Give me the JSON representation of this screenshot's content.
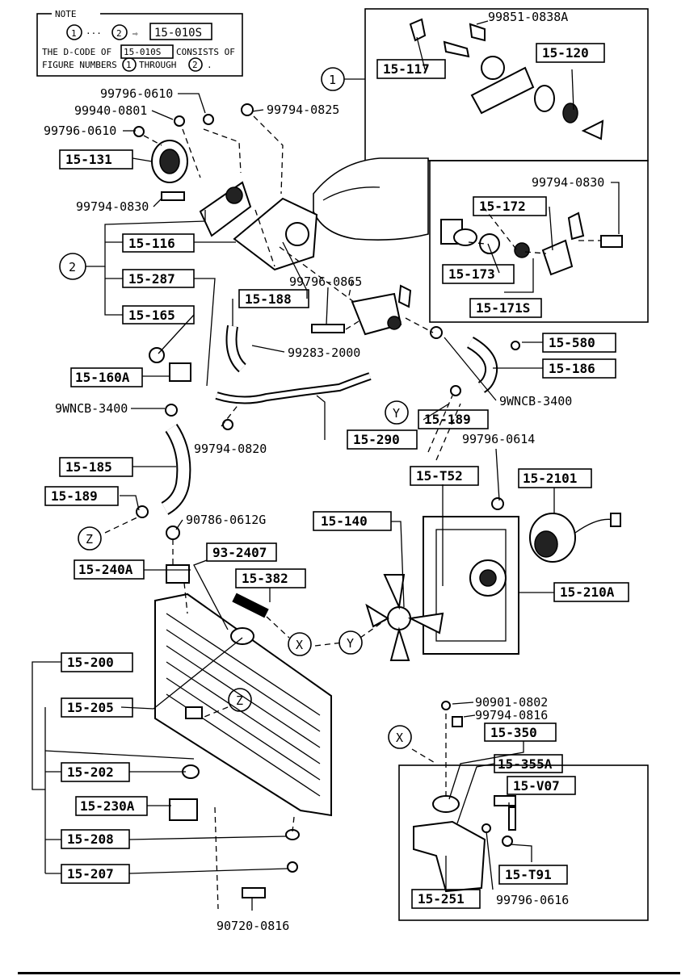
{
  "note": {
    "title": "NOTE",
    "line1_a": "1",
    "line1_b": "2",
    "line1_code": "15-010S",
    "line2_pre": "THE D-CODE OF",
    "line2_code": "15-010S",
    "line2_post": "CONSISTS OF",
    "line3_pre": "FIGURE NUMBERS",
    "line3_a": "1",
    "line3_mid": "THROUGH",
    "line3_b": "2",
    "line3_end": "."
  },
  "boxes": {
    "b15_117": "15-117",
    "b15_120": "15-120",
    "b15_131": "15-131",
    "b15_116": "15-116",
    "b15_287": "15-287",
    "b15_165": "15-165",
    "b15_188": "15-188",
    "b15_172": "15-172",
    "b15_173": "15-173",
    "b15_171s": "15-171S",
    "b15_580": "15-580",
    "b15_186": "15-186",
    "b15_160a": "15-160A",
    "b15_189a": "15-189",
    "b15_290": "15-290",
    "b15_185": "15-185",
    "b15_189b": "15-189",
    "b15_t52": "15-T52",
    "b15_2101": "15-2101",
    "b15_140": "15-140",
    "b93_2407": "93-2407",
    "b15_240a": "15-240A",
    "b15_382": "15-382",
    "b15_210a": "15-210A",
    "b15_200": "15-200",
    "b15_205": "15-205",
    "b15_202": "15-202",
    "b15_230a": "15-230A",
    "b15_208": "15-208",
    "b15_207": "15-207",
    "b15_350": "15-350",
    "b15_355a": "15-355A",
    "b15_v07": "15-V07",
    "b15_t91": "15-T91",
    "b15_251": "15-251"
  },
  "labels": {
    "p99851": "99851-0838A",
    "p99796_0610a": "99796-0610",
    "p99794_0825": "99794-0825",
    "p99940": "99940-0801",
    "p99796_0610b": "99796-0610",
    "p99794_0830a": "99794-0830",
    "p99794_0830b": "99794-0830",
    "p99796_0865": "99796-0865",
    "p99283": "99283-2000",
    "p9wncb_r": "9WNCB-3400",
    "p9wncb_l": "9WNCB-3400",
    "p99794_0820": "99794-0820",
    "p99796_0614": "99796-0614",
    "p90786": "90786-0612G",
    "p90901": "90901-0802",
    "p99794_0816": "99794-0816",
    "p99796_0616": "99796-0616",
    "p90720": "90720-0816"
  },
  "callouts": {
    "c1": "1",
    "c2": "2",
    "cX1": "X",
    "cY1": "Y",
    "cY2": "Y",
    "cZ1": "Z",
    "cZ2": "Z",
    "cX2": "X"
  }
}
